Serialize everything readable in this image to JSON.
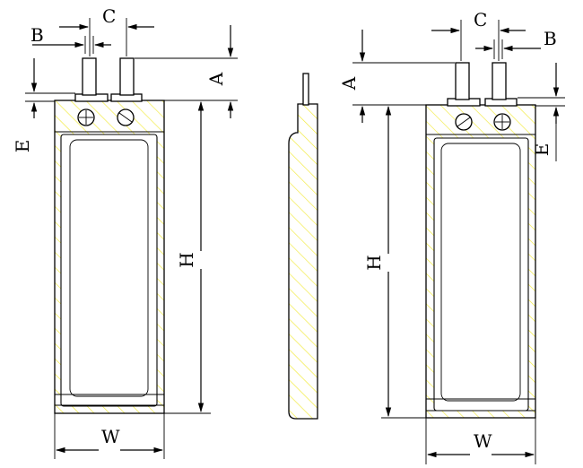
{
  "hatch_color": "#f2ea3a",
  "line_color": "#000000",
  "labels": {
    "A": "A",
    "B": "B",
    "C": "C",
    "E": "E",
    "H": "H",
    "W": "W"
  }
}
